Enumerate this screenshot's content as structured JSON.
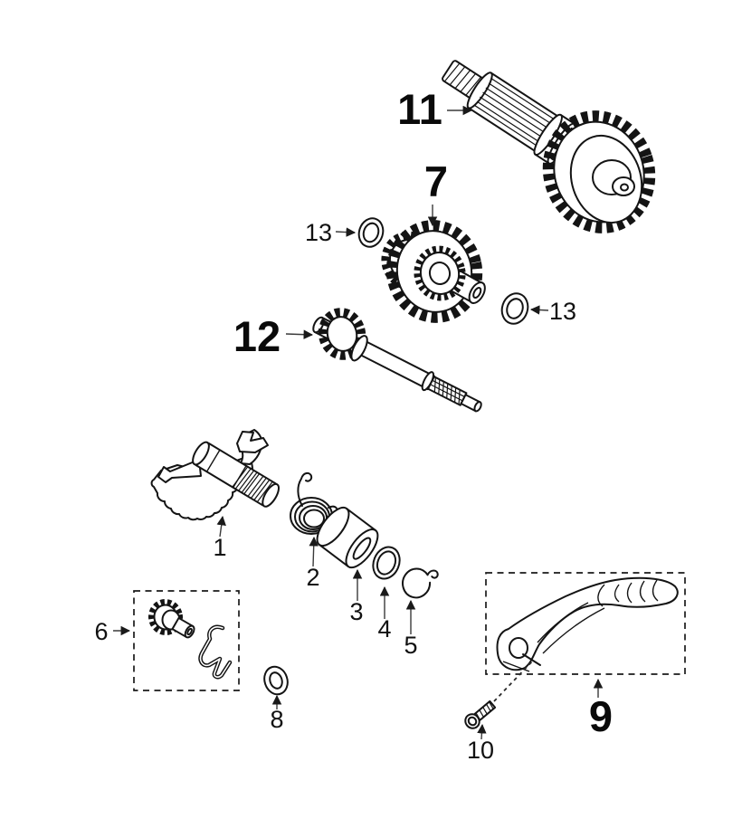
{
  "diagram": {
    "background": "#ffffff",
    "ink": "#141414",
    "leader_color": "#3a3a3a",
    "callouts": {
      "c1": "1",
      "c2": "2",
      "c3": "3",
      "c4": "4",
      "c5": "5",
      "c6": "6",
      "c7": "7",
      "c8": "8",
      "c9": "9",
      "c10": "10",
      "c11": "11",
      "c12": "12",
      "c13a": "13",
      "c13b": "13"
    }
  }
}
